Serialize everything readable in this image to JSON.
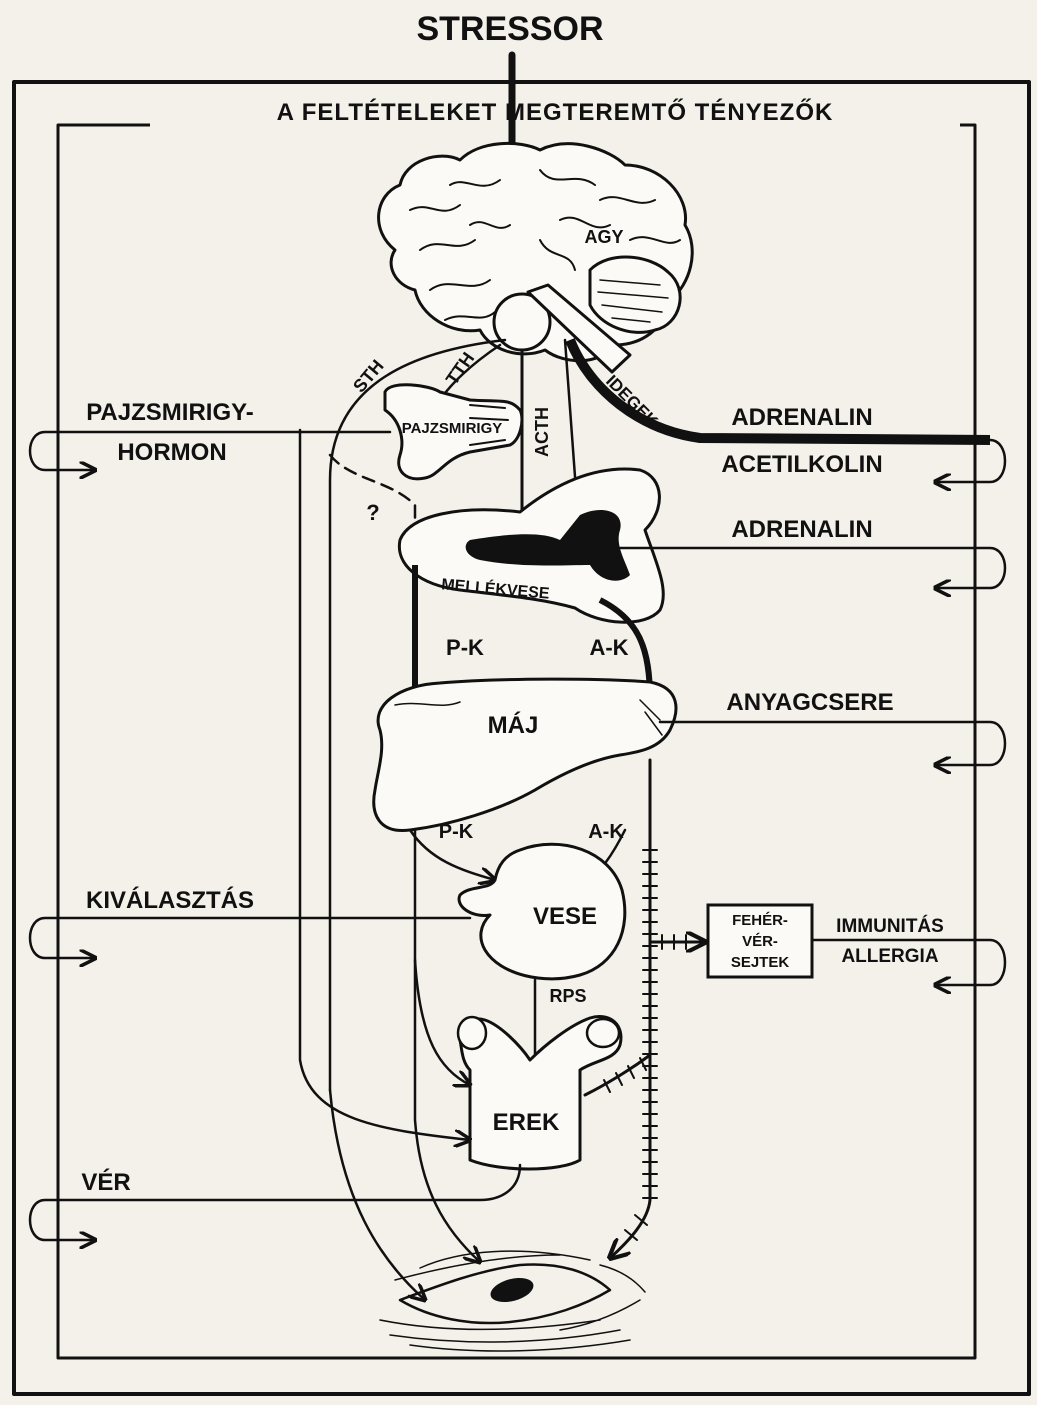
{
  "stressor": "STRESSOR",
  "frame_title": "A FELTÉTELEKET MEGTEREMTŐ TÉNYEZŐK",
  "organs": {
    "brain": "AGY",
    "thyroid": "PAJZSMIRIGY",
    "adrenal": "MELLÉKVESE",
    "liver": "MÁJ",
    "kidney": "VESE",
    "vessels": "EREK",
    "white_cells": [
      "FEHÉR-",
      "VÉR-",
      "SEJTEK"
    ]
  },
  "pathways": {
    "sth": "STH",
    "tth": "TTH",
    "acth": "ACTH",
    "nerves": "IDEGEK",
    "unknown": "?",
    "pk_upper": "P-K",
    "ak_upper": "A-K",
    "pk_lower": "P-K",
    "ak_lower": "A-K",
    "rps": "RPS"
  },
  "outputs_left": {
    "thyroid_hormone_1": "PAJZSMIRIGY-",
    "thyroid_hormone_2": "HORMON",
    "excretion": "KIVÁLASZTÁS",
    "blood": "VÉR"
  },
  "outputs_right": {
    "adrenalin_1": "ADRENALIN",
    "acetylcholine": "ACETILKOLIN",
    "adrenalin_2": "ADRENALIN",
    "metabolism": "ANYAGCSERE",
    "immunity": "IMMUNITÁS",
    "allergy": "ALLERGIA"
  }
}
